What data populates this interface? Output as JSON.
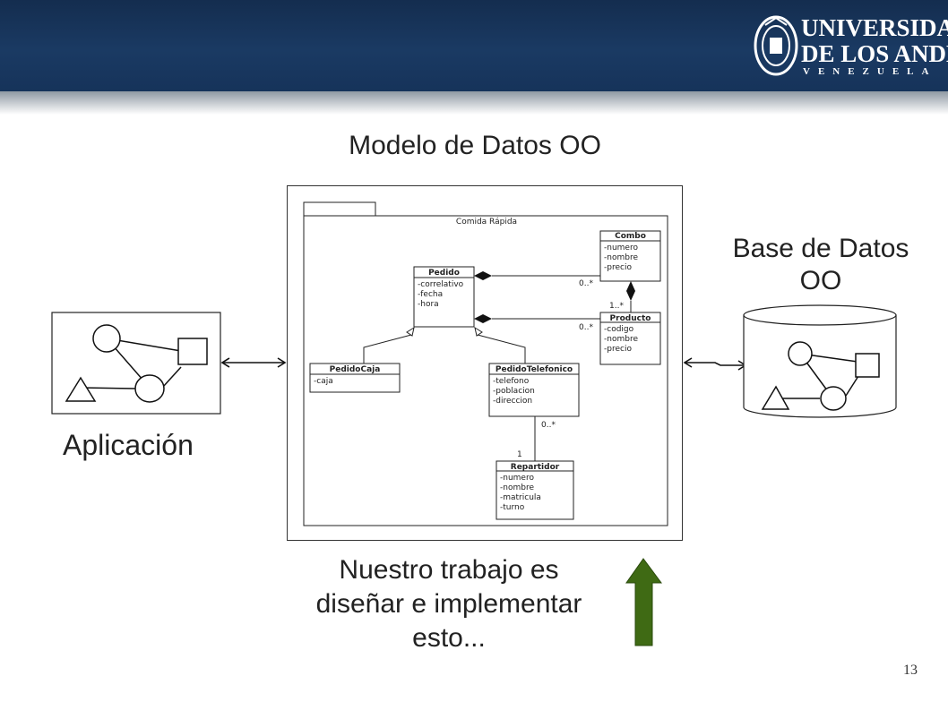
{
  "header": {
    "logo": {
      "line1": "UNIVERSIDAD",
      "line2": "DE LOS ANDES",
      "line3": "VENEZUELA"
    }
  },
  "slide": {
    "title": "Modelo de Datos OO",
    "db_title_line1": "Base de Datos",
    "db_title_line2": "OO",
    "app_label": "Aplicación",
    "bottom_text_line1": "Nuestro trabajo es",
    "bottom_text_line2": "diseñar e implementar",
    "bottom_text_line3": "esto...",
    "page_number": "13"
  },
  "uml": {
    "package": "Comida Rápida",
    "classes": {
      "pedido": {
        "name": "Pedido",
        "attrs": [
          "-correlativo",
          "-fecha",
          "-hora"
        ]
      },
      "combo": {
        "name": "Combo",
        "attrs": [
          "-numero",
          "-nombre",
          "-precio"
        ]
      },
      "producto": {
        "name": "Producto",
        "attrs": [
          "-codigo",
          "-nombre",
          "-precio"
        ]
      },
      "pedido_caja": {
        "name": "PedidoCaja",
        "attrs": [
          "-caja"
        ]
      },
      "pedido_telefonico": {
        "name": "PedidoTelefonico",
        "attrs": [
          "-telefono",
          "-poblacion",
          "-direccion"
        ]
      },
      "repartidor": {
        "name": "Repartidor",
        "attrs": [
          "-numero",
          "-nombre",
          "-matricula",
          "-turno"
        ]
      }
    },
    "multiplicities": {
      "pedido_combo": "0..*",
      "combo_producto": "1..*",
      "pedido_producto": "0..*",
      "telefonico_repartidor_many": "0..*",
      "telefonico_repartidor_one": "1"
    }
  },
  "colors": {
    "header": "#1a3a63",
    "arrow_up": "#3f6a14"
  }
}
